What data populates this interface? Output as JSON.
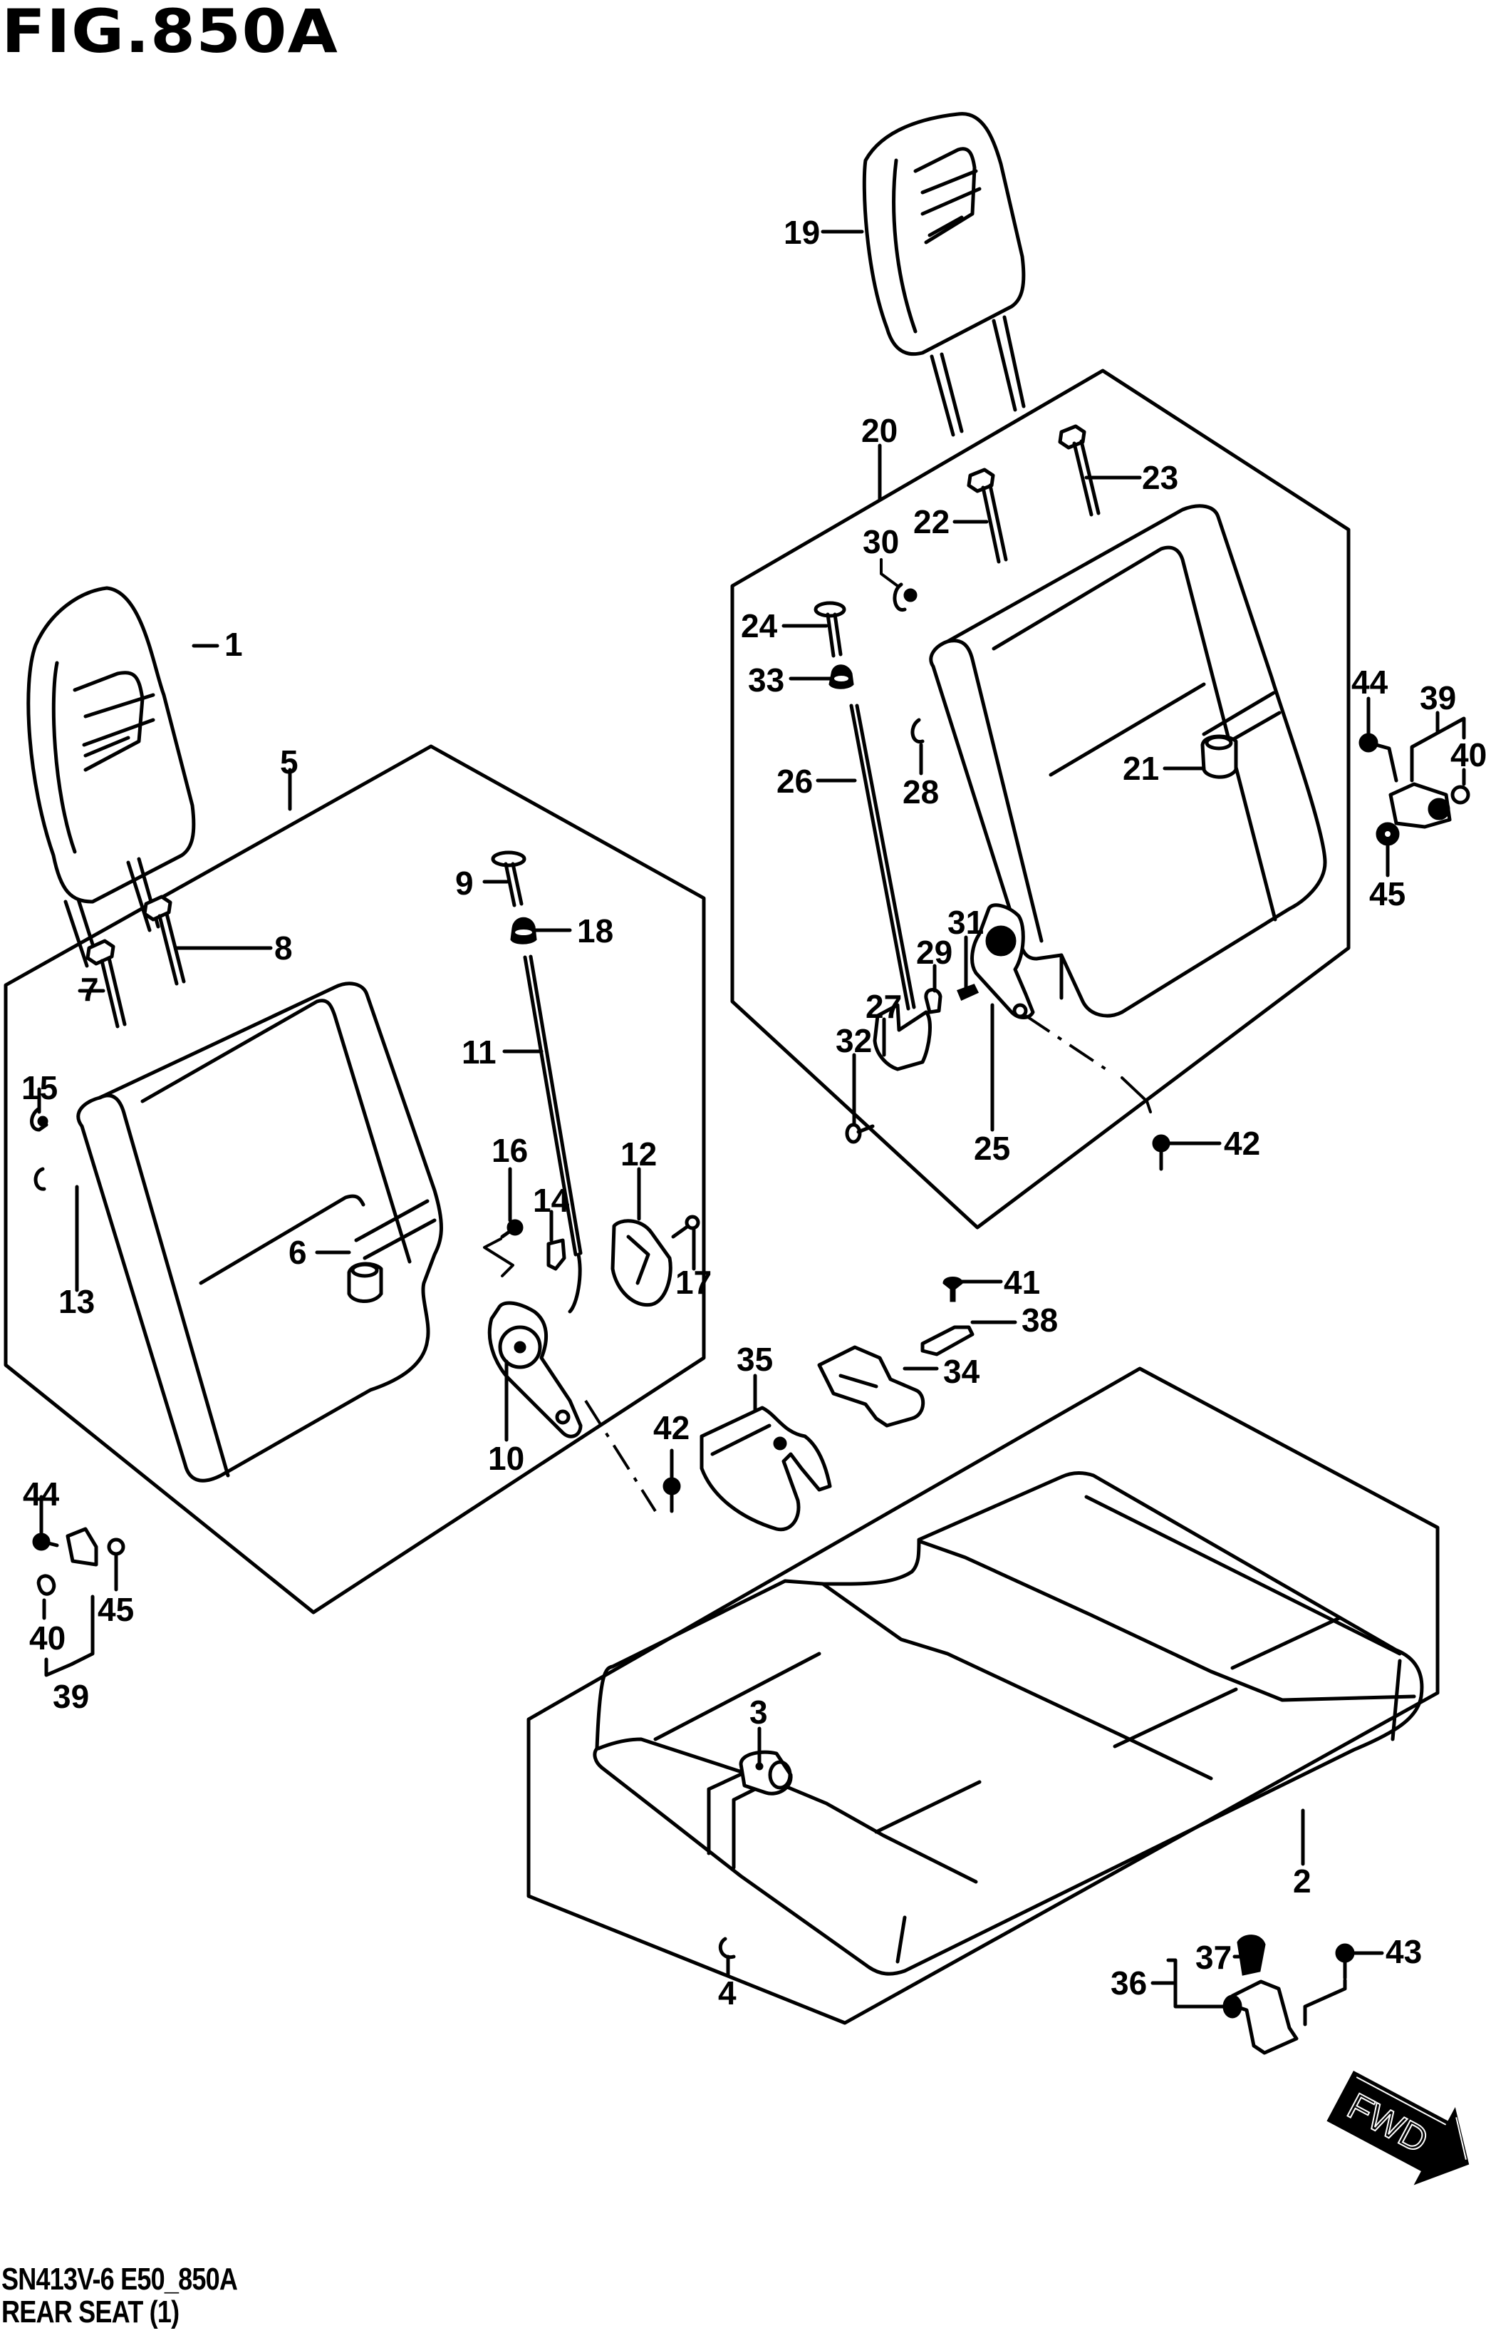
{
  "figure": {
    "title": "FIG.850A",
    "model_code": "SN413V-6 E50_850A",
    "section_name": "REAR SEAT (1)"
  },
  "direction_indicator": {
    "text": "FWD",
    "icon": "forward-arrow-icon"
  },
  "groups": {
    "left_seatback": {
      "callout": "5"
    },
    "right_seatback": {
      "callout": "20"
    },
    "seat_cushion": {
      "callout": "2"
    }
  },
  "callouts": [
    {
      "id": "1",
      "label": "1",
      "part": "headrest-left"
    },
    {
      "id": "2",
      "label": "2",
      "part": "seat-cushion-assembly"
    },
    {
      "id": "3",
      "label": "3",
      "part": "cushion-guide"
    },
    {
      "id": "4",
      "label": "4",
      "part": "clip"
    },
    {
      "id": "5",
      "label": "5",
      "part": "seatback-left-assembly"
    },
    {
      "id": "6",
      "label": "6",
      "part": "headrest-guide-left"
    },
    {
      "id": "7",
      "label": "7",
      "part": "bolt"
    },
    {
      "id": "8",
      "label": "8",
      "part": "bolt"
    },
    {
      "id": "9",
      "label": "9",
      "part": "knob"
    },
    {
      "id": "10",
      "label": "10",
      "part": "recliner-hinge-left"
    },
    {
      "id": "11",
      "label": "11",
      "part": "release-rod"
    },
    {
      "id": "12",
      "label": "12",
      "part": "cover"
    },
    {
      "id": "13",
      "label": "13",
      "part": "clip"
    },
    {
      "id": "14",
      "label": "14",
      "part": "bracket"
    },
    {
      "id": "15",
      "label": "15",
      "part": "clip"
    },
    {
      "id": "16",
      "label": "16",
      "part": "screw"
    },
    {
      "id": "17",
      "label": "17",
      "part": "screw"
    },
    {
      "id": "18",
      "label": "18",
      "part": "bezel"
    },
    {
      "id": "19",
      "label": "19",
      "part": "headrest-right"
    },
    {
      "id": "20",
      "label": "20",
      "part": "seatback-right-assembly"
    },
    {
      "id": "21",
      "label": "21",
      "part": "headrest-guide-right"
    },
    {
      "id": "22",
      "label": "22",
      "part": "bolt"
    },
    {
      "id": "23",
      "label": "23",
      "part": "bolt"
    },
    {
      "id": "24",
      "label": "24",
      "part": "knob"
    },
    {
      "id": "25",
      "label": "25",
      "part": "recliner-hinge-right"
    },
    {
      "id": "26",
      "label": "26",
      "part": "release-rod"
    },
    {
      "id": "27",
      "label": "27",
      "part": "cover"
    },
    {
      "id": "28",
      "label": "28",
      "part": "clip"
    },
    {
      "id": "29",
      "label": "29",
      "part": "bracket"
    },
    {
      "id": "30",
      "label": "30",
      "part": "clip"
    },
    {
      "id": "31",
      "label": "31",
      "part": "screw"
    },
    {
      "id": "32",
      "label": "32",
      "part": "screw"
    },
    {
      "id": "33",
      "label": "33",
      "part": "bezel"
    },
    {
      "id": "34",
      "label": "34",
      "part": "hinge-cover"
    },
    {
      "id": "35",
      "label": "35",
      "part": "hinge-cover"
    },
    {
      "id": "36",
      "label": "36",
      "part": "striker-assembly"
    },
    {
      "id": "37",
      "label": "37",
      "part": "cap"
    },
    {
      "id": "38",
      "label": "38",
      "part": "plate"
    },
    {
      "id": "39L",
      "label": "39",
      "part": "striker-left"
    },
    {
      "id": "40L",
      "label": "40",
      "part": "cap"
    },
    {
      "id": "41",
      "label": "41",
      "part": "screw"
    },
    {
      "id": "42L",
      "label": "42",
      "part": "bolt"
    },
    {
      "id": "43",
      "label": "43",
      "part": "bolt"
    },
    {
      "id": "44L",
      "label": "44",
      "part": "bolt"
    },
    {
      "id": "45L",
      "label": "45",
      "part": "washer"
    },
    {
      "id": "39R",
      "label": "39",
      "part": "striker-right"
    },
    {
      "id": "40R",
      "label": "40",
      "part": "cap"
    },
    {
      "id": "42R",
      "label": "42",
      "part": "bolt"
    },
    {
      "id": "44R",
      "label": "44",
      "part": "bolt"
    },
    {
      "id": "45R",
      "label": "45",
      "part": "washer"
    }
  ]
}
